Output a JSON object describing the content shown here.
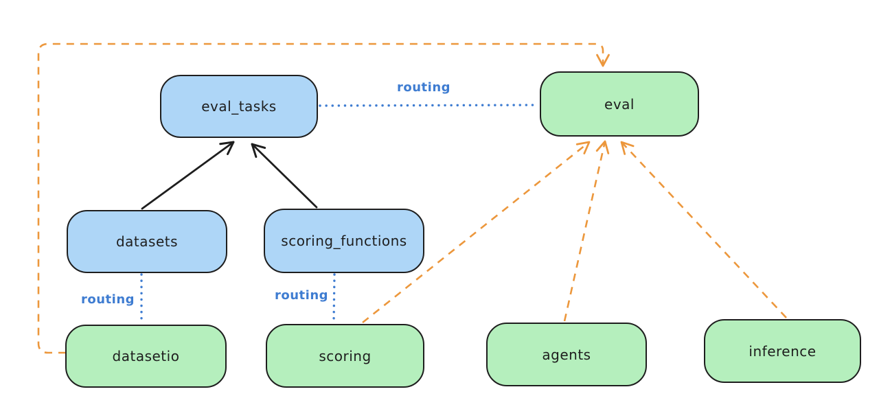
{
  "diagram": {
    "nodes": [
      {
        "id": "eval_tasks",
        "label": "eval_tasks",
        "fill": "blue"
      },
      {
        "id": "eval",
        "label": "eval",
        "fill": "green"
      },
      {
        "id": "datasets",
        "label": "datasets",
        "fill": "blue"
      },
      {
        "id": "scoring_functions",
        "label": "scoring_functions",
        "fill": "blue"
      },
      {
        "id": "datasetio",
        "label": "datasetio",
        "fill": "green"
      },
      {
        "id": "scoring",
        "label": "scoring",
        "fill": "green"
      },
      {
        "id": "agents",
        "label": "agents",
        "fill": "green"
      },
      {
        "id": "inference",
        "label": "inference",
        "fill": "green"
      }
    ],
    "edges": [
      {
        "from": "datasets",
        "to": "eval_tasks",
        "style": "solid-black-arrow",
        "label": ""
      },
      {
        "from": "scoring_functions",
        "to": "eval_tasks",
        "style": "solid-black-arrow",
        "label": ""
      },
      {
        "from": "eval_tasks",
        "to": "eval",
        "style": "dotted-blue",
        "label": "routing"
      },
      {
        "from": "datasets",
        "to": "datasetio",
        "style": "dotted-blue",
        "label": "routing"
      },
      {
        "from": "scoring_functions",
        "to": "scoring",
        "style": "dotted-blue",
        "label": "routing"
      },
      {
        "from": "scoring",
        "to": "eval",
        "style": "dashed-orange-arrow",
        "label": ""
      },
      {
        "from": "agents",
        "to": "eval",
        "style": "dashed-orange-arrow",
        "label": ""
      },
      {
        "from": "inference",
        "to": "eval",
        "style": "dashed-orange-arrow",
        "label": ""
      },
      {
        "from": "datasetio",
        "to": "eval",
        "style": "dashed-orange-arrow-elbow",
        "label": ""
      }
    ],
    "colors": {
      "node_blue_fill": "#aed6f7",
      "node_green_fill": "#b5efbd",
      "node_stroke": "#1e1e1e",
      "edge_black": "#1e1e1e",
      "edge_orange": "#ec973c",
      "edge_blue": "#3e7cd1",
      "background": "#ffffff"
    }
  }
}
